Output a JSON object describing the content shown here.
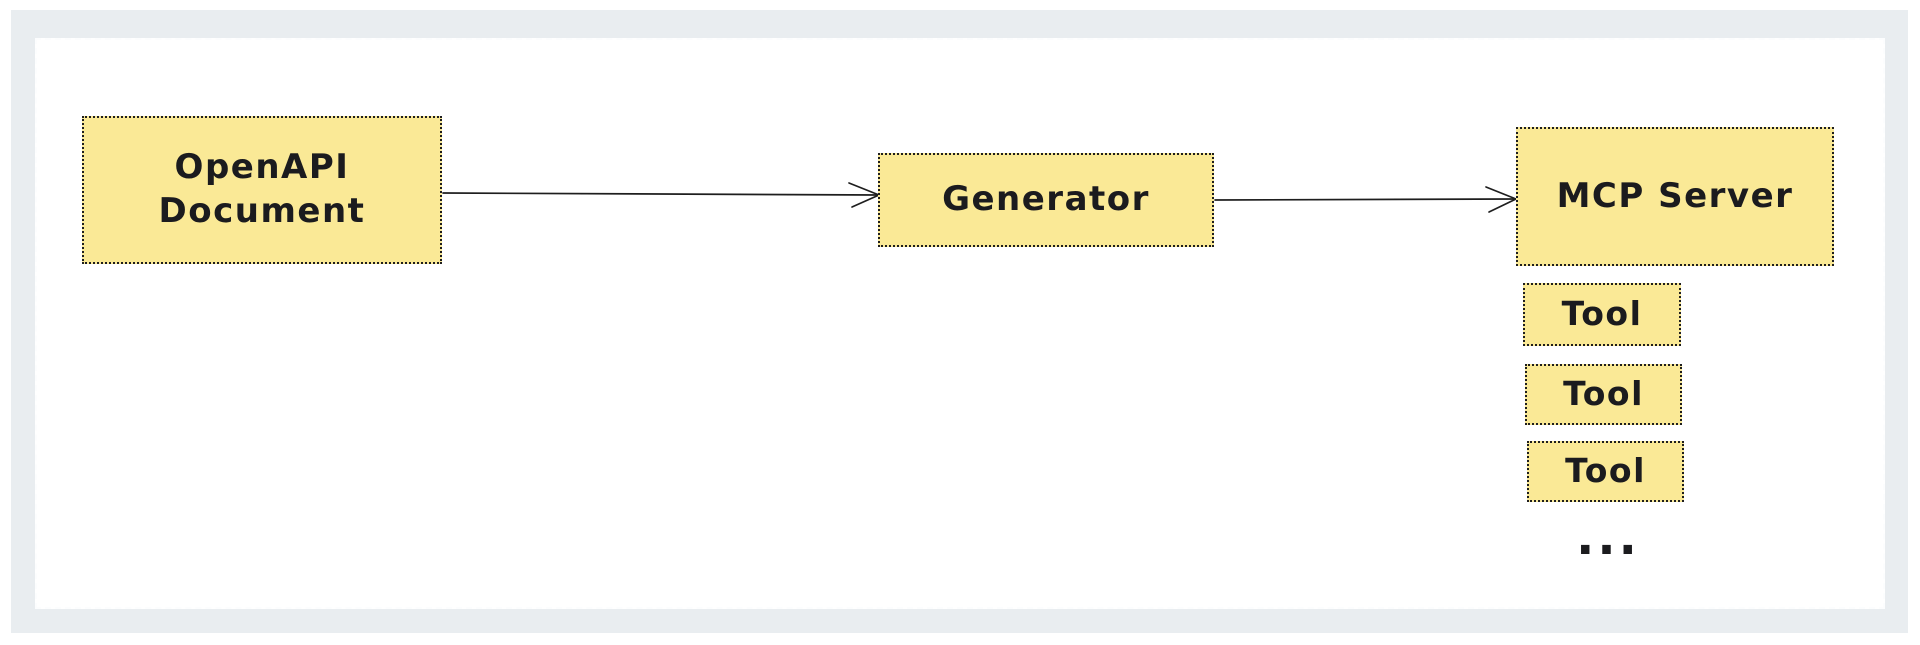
{
  "diagram": {
    "nodes": {
      "openapi": {
        "label": "OpenAPI\nDocument"
      },
      "generator": {
        "label": "Generator"
      },
      "mcp_server": {
        "label": "MCP Server"
      },
      "tool_1": {
        "label": "Tool"
      },
      "tool_2": {
        "label": "Tool"
      },
      "tool_3": {
        "label": "Tool"
      },
      "ellipsis": {
        "label": "..."
      }
    },
    "edges": [
      {
        "from": "OpenAPI Document",
        "to": "Generator",
        "style": "open-arrow"
      },
      {
        "from": "Generator",
        "to": "MCP Server",
        "style": "open-arrow"
      }
    ],
    "colors": {
      "node_fill": "#fae996",
      "node_border": "#1e1e1e",
      "text": "#1b1b1e",
      "arrow": "#1e1e1e",
      "canvas_background": "#ffffff",
      "frame_background": "#e9edf0",
      "page_background": "#ffffff"
    }
  }
}
